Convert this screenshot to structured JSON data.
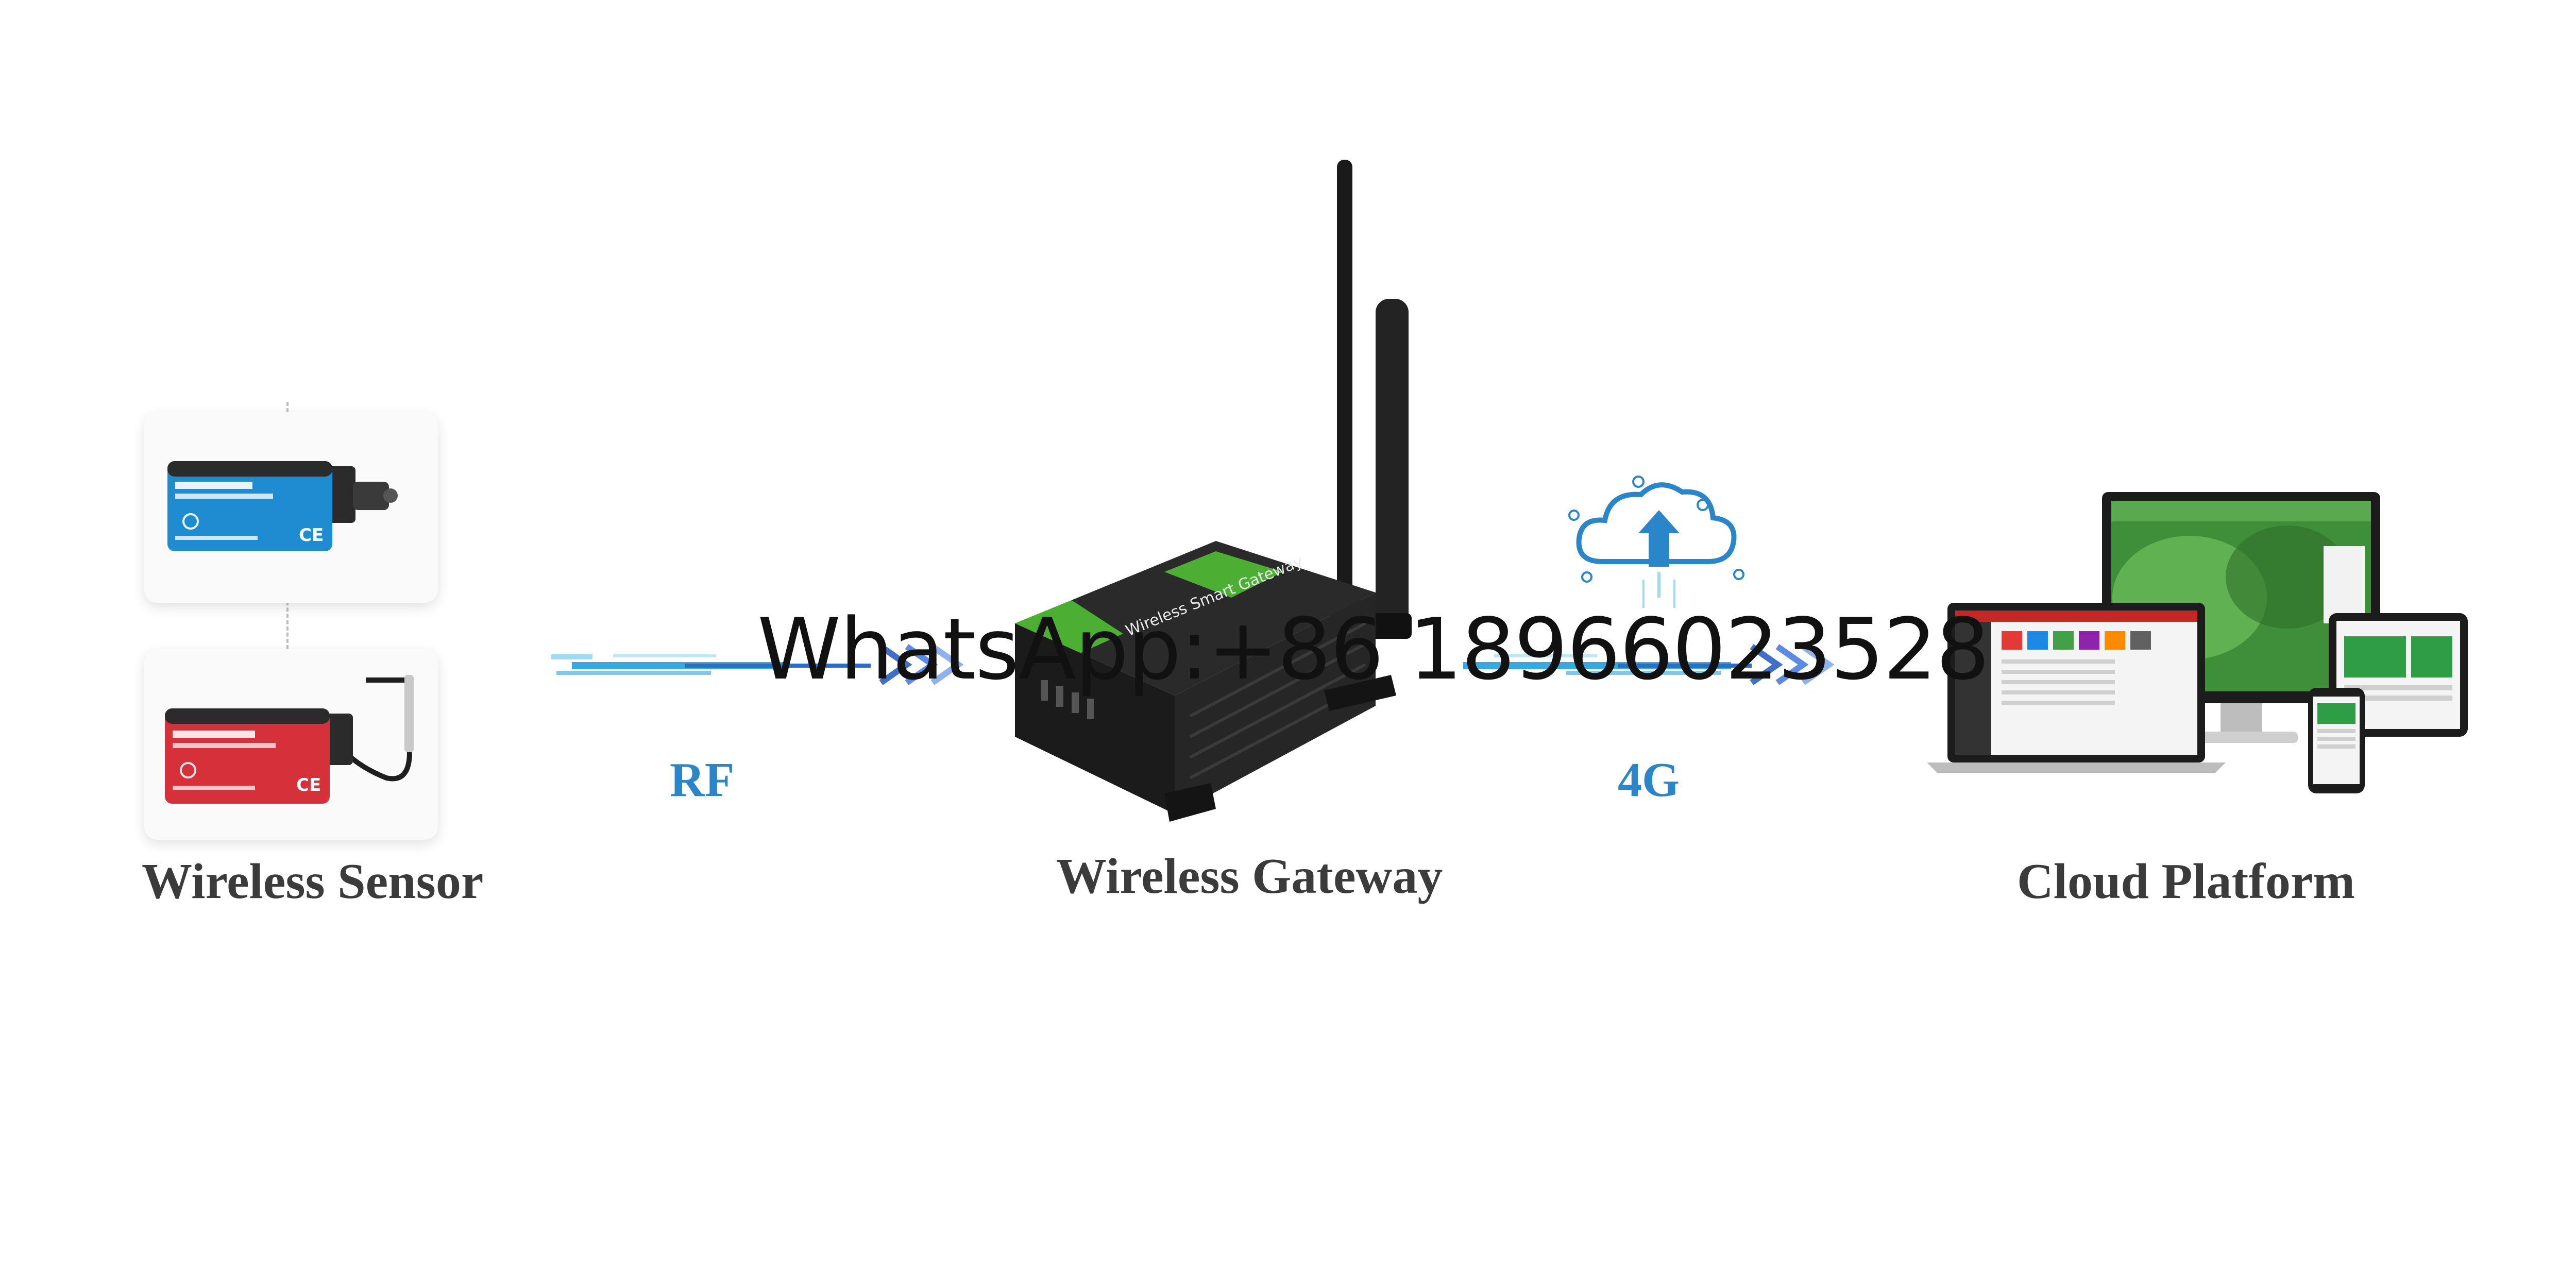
{
  "diagram": {
    "nodes": {
      "sensor": {
        "label": "Wireless Sensor"
      },
      "gateway": {
        "label": "Wireless Gateway"
      },
      "cloud": {
        "label": "Cloud Platform"
      }
    },
    "links": {
      "rf": {
        "label": "RF"
      },
      "cellular": {
        "label": "4G"
      }
    },
    "sensor_devices": [
      {
        "color": "#1f8bd0",
        "type": "humidity"
      },
      {
        "color": "#d6303b",
        "type": "temperature probe"
      }
    ],
    "gateway_device": {
      "accent": "#4caf33",
      "body": "#1d1d1d"
    },
    "cloud_icon": {
      "name": "cloud-upload-icon",
      "color": "#2a86c8"
    }
  },
  "watermark": "WhatsApp:+86 18966023528",
  "colors": {
    "accent_blue": "#2a86c8",
    "arrow_blue": "#3aa8e0",
    "label_dark": "#3b3b3b"
  }
}
